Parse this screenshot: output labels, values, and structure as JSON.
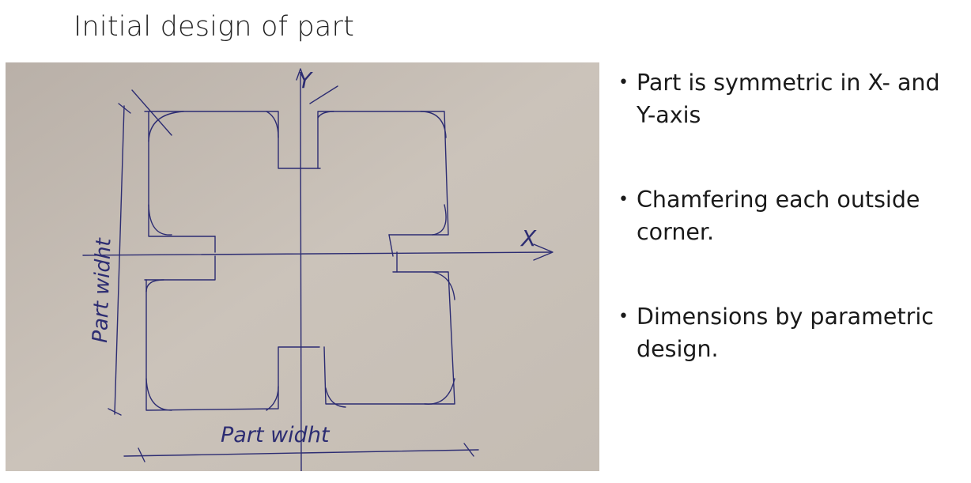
{
  "slide": {
    "title": "Initial design of part"
  },
  "sketch": {
    "axis_y": "Y",
    "axis_x": "X",
    "label_vertical": "Part widht",
    "label_horizontal": "Part widht"
  },
  "bullets": [
    {
      "line1": "Part is symmetric in X- and",
      "line2": "Y-axis"
    },
    {
      "line1": "Chamfering each outside",
      "line2": "corner."
    },
    {
      "line1": "Dimensions by parametric",
      "line2": "design."
    }
  ],
  "colors": {
    "paper": "#c8bfb5",
    "ink": "#2a2a6e"
  }
}
